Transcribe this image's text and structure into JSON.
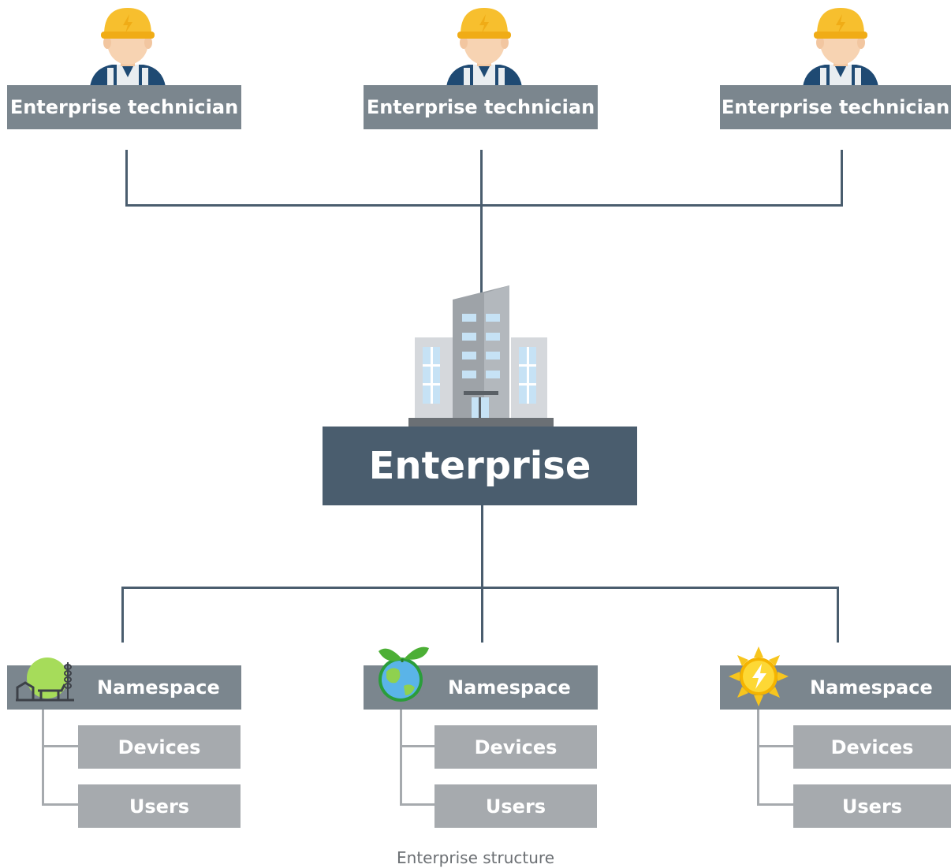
{
  "technicians": [
    {
      "label": "Enterprise technician"
    },
    {
      "label": "Enterprise technician"
    },
    {
      "label": "Enterprise technician"
    }
  ],
  "enterprise": {
    "label": "Enterprise"
  },
  "namespaces": [
    {
      "label": "Namespace",
      "icon": "farm-icon",
      "children": [
        "Devices",
        "Users"
      ]
    },
    {
      "label": "Namespace",
      "icon": "globe-plant-icon",
      "children": [
        "Devices",
        "Users"
      ]
    },
    {
      "label": "Namespace",
      "icon": "sun-bolt-icon",
      "children": [
        "Devices",
        "Users"
      ]
    }
  ],
  "caption": "Enterprise structure",
  "colors": {
    "connector": "#4a5d6e",
    "technician_box": "#7b868e",
    "namespace_box": "#7b868e",
    "child_box": "#a6aaae",
    "enterprise_box": "#4a5d6e"
  }
}
